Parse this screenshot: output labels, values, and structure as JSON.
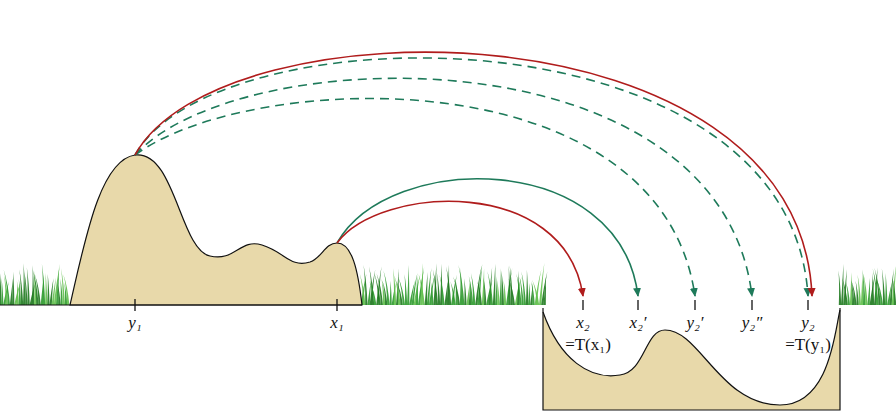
{
  "diagram": {
    "labels": [
      "y₁",
      "x₁",
      "x₂",
      "x₂′",
      "y₂′",
      "y₂″",
      "y₂",
      "=T(x₁)",
      "=T(y₁)"
    ]
  }
}
